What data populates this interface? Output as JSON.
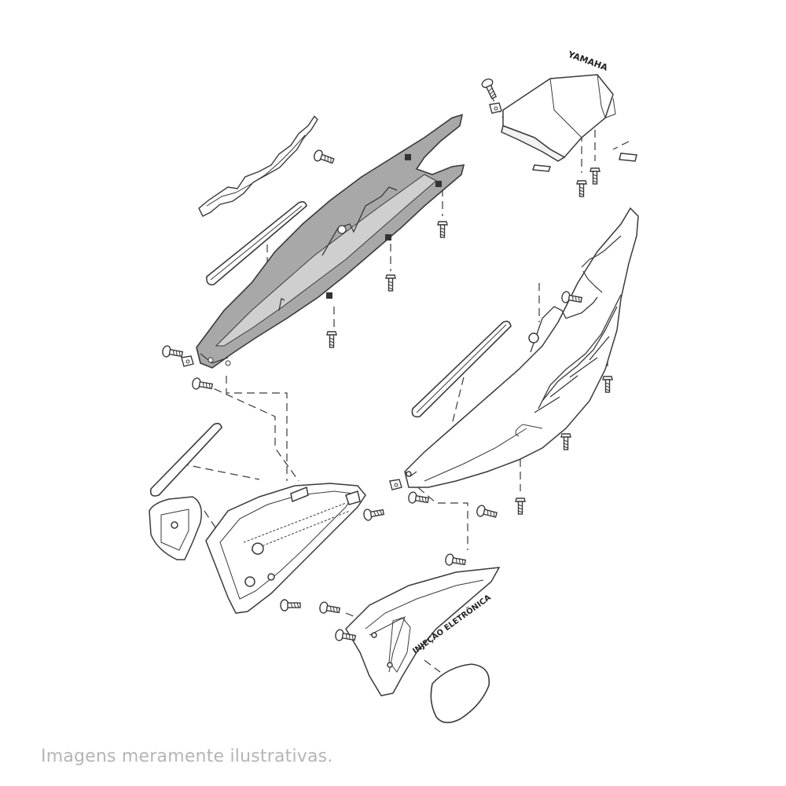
{
  "caption": "Imagens meramente ilustrativas.",
  "labels": {
    "brand_emblem": "YAMAHA",
    "cover_text": "INJEÇÃO ELETRÔNICA"
  },
  "colors": {
    "outline": "#3a3a3a",
    "highlight_fill": "#a8a8a8",
    "highlight_inner": "#cfcfcf",
    "caption": "#b5b5b5"
  }
}
